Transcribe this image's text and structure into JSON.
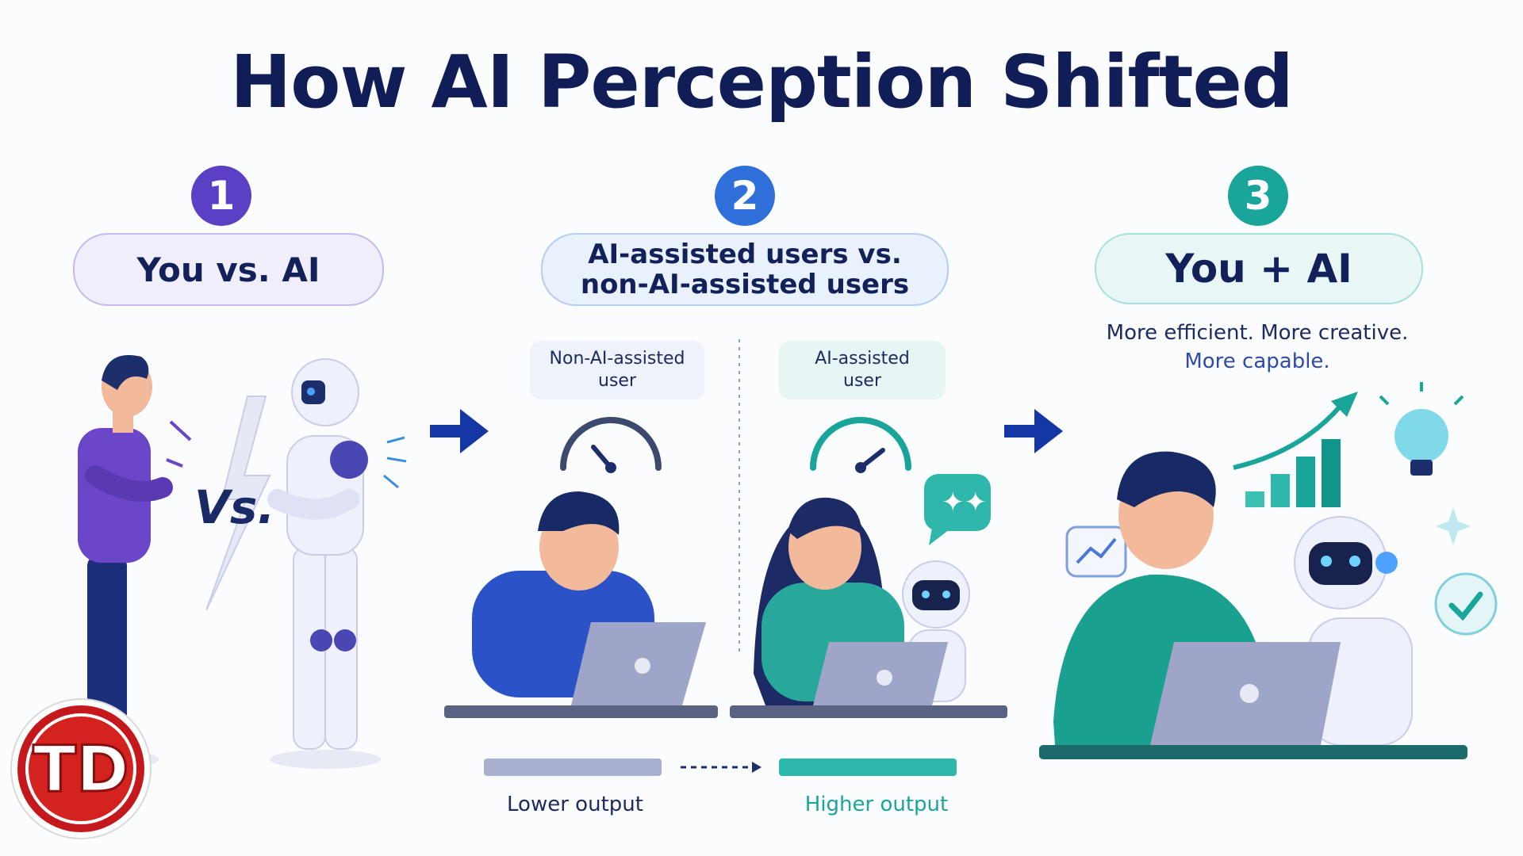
{
  "title": "How AI Perception Shifted",
  "steps": [
    {
      "number": "1",
      "label": "You vs. AI",
      "color": "#5b3fc4"
    },
    {
      "number": "2",
      "label_line1": "AI-assisted users vs.",
      "label_line2": "non-AI-assisted users",
      "color": "#2f6fd9"
    },
    {
      "number": "3",
      "label": "You + AI",
      "color": "#1aa59a"
    }
  ],
  "step1": {
    "vs_text": "Vs."
  },
  "step2": {
    "left_tag_line1": "Non-AI-assisted",
    "left_tag_line2": "user",
    "right_tag_line1": "AI-assisted",
    "right_tag_line2": "user",
    "lower_label": "Lower output",
    "higher_label": "Higher output"
  },
  "step3": {
    "tagline_line1": "More efficient. More creative.",
    "tagline_line2": "More capable."
  },
  "logo": {
    "text": "TD"
  },
  "colors": {
    "purple": "#5b3fc4",
    "blue": "#2f6fd9",
    "teal": "#1aa59a",
    "navy": "#111d57",
    "arrow": "#1537a6"
  }
}
